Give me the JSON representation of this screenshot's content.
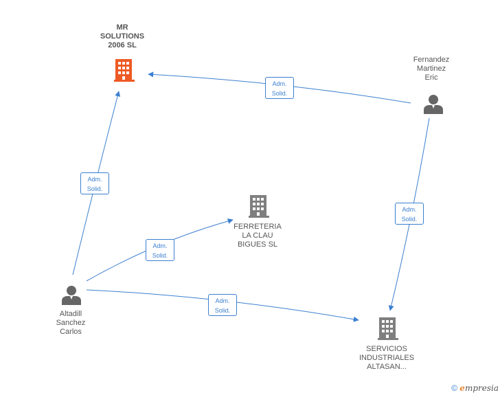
{
  "nodes": {
    "mr_solutions": {
      "label": "MR\nSOLUTIONS\n2006  SL",
      "type": "company",
      "highlight": true
    },
    "fernandez": {
      "label": "Fernandez\nMartinez\nEric",
      "type": "person"
    },
    "ferreteria": {
      "label": "FERRETERIA\nLA CLAU\nBIGUES  SL",
      "type": "company"
    },
    "altadill": {
      "label": "Altadill\nSanchez\nCarlos",
      "type": "person"
    },
    "servicios": {
      "label": "SERVICIOS\nINDUSTRIALES\nALTASAN...",
      "type": "company"
    }
  },
  "edges": [
    {
      "from": "fernandez",
      "to": "mr_solutions",
      "label_line1": "Adm.",
      "label_line2": "Solid."
    },
    {
      "from": "altadill",
      "to": "mr_solutions",
      "label_line1": "Adm.",
      "label_line2": "Solid."
    },
    {
      "from": "fernandez",
      "to": "servicios",
      "label_line1": "Adm.",
      "label_line2": "Solid."
    },
    {
      "from": "altadill",
      "to": "ferreteria",
      "label_line1": "Adm.",
      "label_line2": "Solid."
    },
    {
      "from": "altadill",
      "to": "servicios",
      "label_line1": "Adm.",
      "label_line2": "Solid."
    }
  ],
  "colors": {
    "edge": "#3b7fd0",
    "company": "#7f7f7f",
    "company_highlight": "#ee5a24",
    "person": "#666666"
  },
  "footer": {
    "copyright": "©",
    "brand_e": "e",
    "brand_rest": "mpresia"
  }
}
